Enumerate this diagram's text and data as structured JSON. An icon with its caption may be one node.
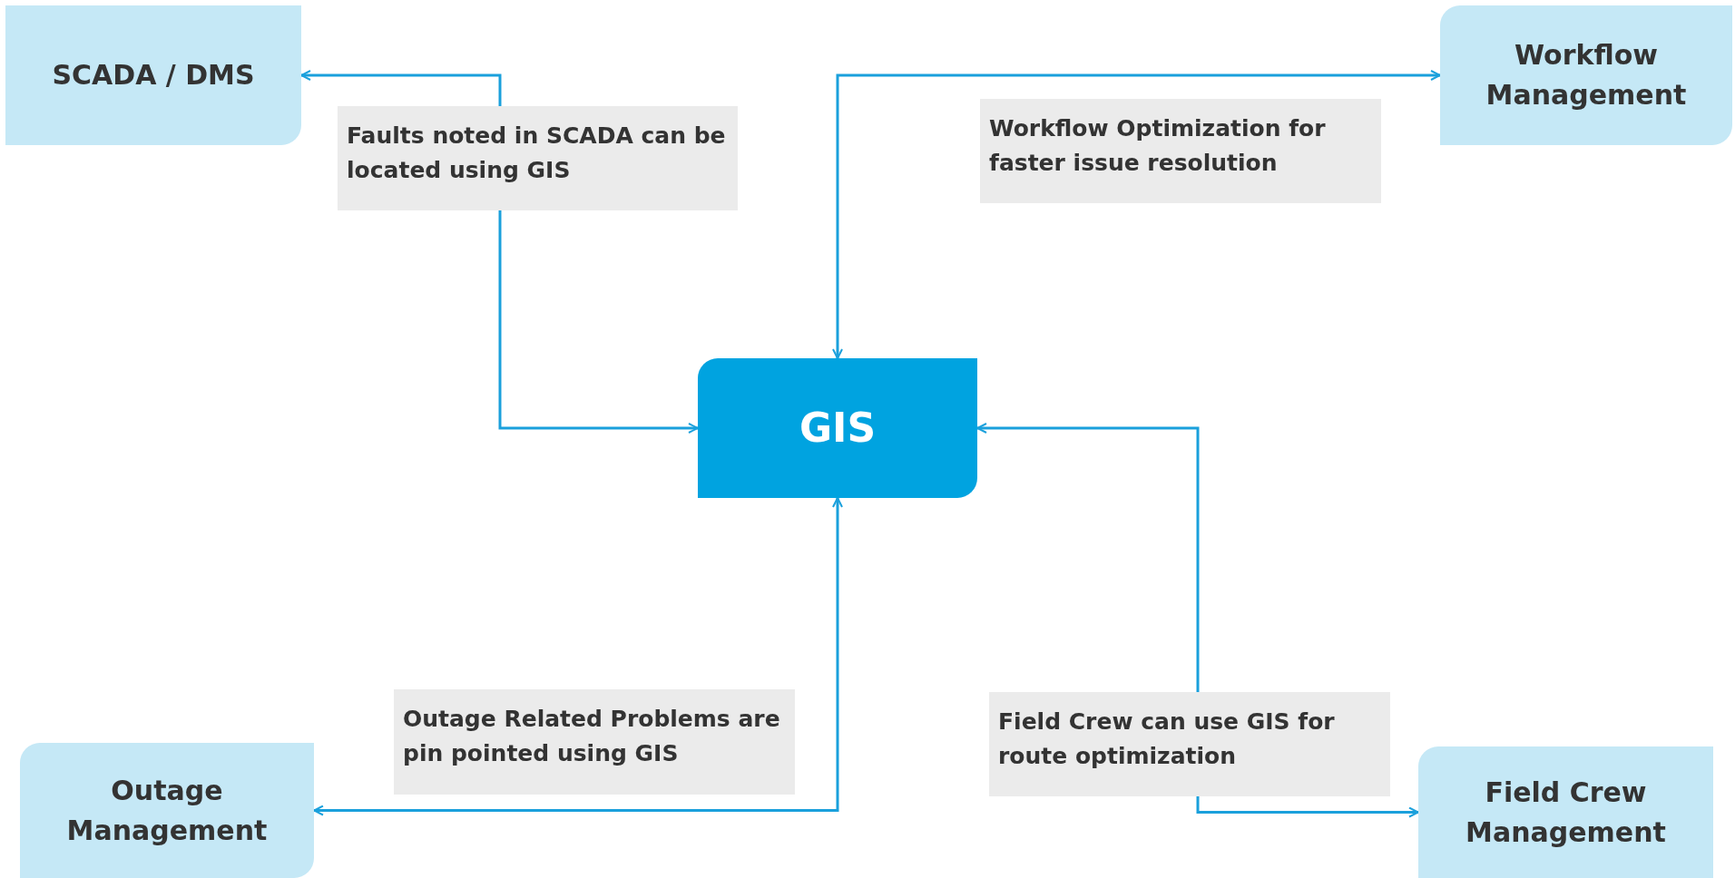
{
  "diagram": {
    "nodes": [
      {
        "text": [
          "SCADA / DMS"
        ]
      },
      {
        "text": [
          "Workflow Management"
        ]
      },
      {
        "text": [
          "GIS"
        ]
      },
      {
        "text": [
          "Outage Management"
        ]
      },
      {
        "text": [
          "Field Crew Management"
        ]
      }
    ],
    "edges": [
      {
        "from": 2,
        "to": 0,
        "arrow": "both",
        "label": "Faults noted in SCADA can be located using GIS"
      },
      {
        "from": 2,
        "to": 1,
        "arrow": "both",
        "label": "Workflow Optimization for faster issue resolution"
      },
      {
        "from": 2,
        "to": 3,
        "arrow": "both",
        "label": "Outage Related Problems are pin pointed using GIS"
      },
      {
        "from": 2,
        "to": 4,
        "arrow": "both",
        "label": "Field Crew can use GIS for route optimization"
      }
    ]
  }
}
